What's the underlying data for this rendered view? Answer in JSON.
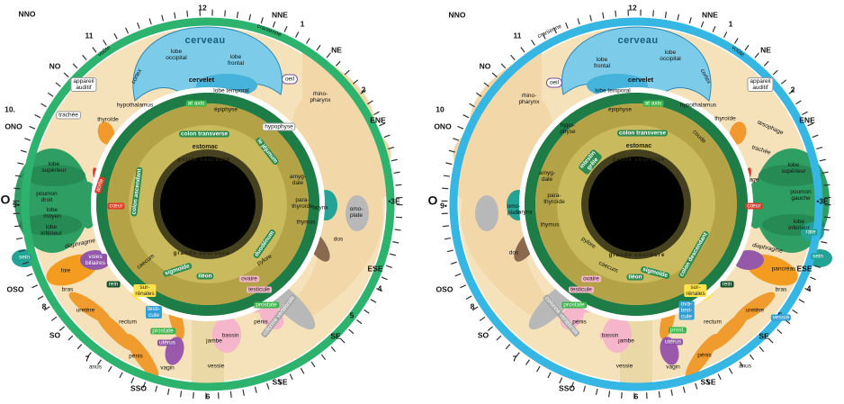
{
  "figure": {
    "type": "iridology-reflex-map",
    "language": "fr"
  },
  "colors": {
    "right_iris_outer_ring": "#2db36e",
    "left_iris_outer_ring": "#35b6e3",
    "brain_zone": "#7ccbe9",
    "cerebellum": "#45b3da",
    "colon_ring": "#1e7c46",
    "stomach_zone": "#b3a246",
    "pupil": "#000000",
    "skin": "#f6e2ba",
    "lung": "#2f9e63",
    "heart": "#dd3a2a",
    "liver": "#f49c20"
  },
  "charts": [
    {
      "id": "right-iris-chart",
      "ring_color": "#2db36e",
      "labels": [
        [
          "NNO",
          30,
          16,
          "c"
        ],
        [
          "12",
          225,
          9,
          "c"
        ],
        [
          "NNE",
          311,
          17,
          "c"
        ],
        [
          "1",
          336,
          27,
          "c"
        ],
        [
          "11",
          99,
          40,
          "c"
        ],
        [
          "NE",
          374,
          56,
          "c"
        ],
        [
          "NO",
          61,
          74,
          "c"
        ],
        [
          "2",
          404,
          100,
          "c"
        ],
        [
          "ENE",
          420,
          134,
          "c"
        ],
        [
          "10.",
          11,
          122,
          "c"
        ],
        [
          "ONO",
          15,
          141,
          "c"
        ],
        [
          "O",
          6,
          222,
          "bigc"
        ],
        [
          "9•",
          18,
          228,
          "c"
        ],
        [
          "•3E",
          438,
          224,
          "c"
        ],
        [
          "OSO",
          17,
          322,
          "c"
        ],
        [
          "ESE",
          417,
          299,
          "c"
        ],
        [
          "8",
          49,
          341,
          "c"
        ],
        [
          "4",
          422,
          321,
          "c"
        ],
        [
          "SO",
          61,
          373,
          "c"
        ],
        [
          "SE",
          373,
          374,
          "c"
        ],
        [
          "7",
          97,
          399,
          "c"
        ],
        [
          "5",
          391,
          351,
          "c"
        ],
        [
          "SSO",
          154,
          432,
          "c"
        ],
        [
          "SSE",
          311,
          425,
          "c"
        ],
        [
          "6",
          231,
          441,
          "c"
        ],
        [
          "cerveau",
          228,
          46,
          "title"
        ],
        [
          "lobe\noccipital",
          196,
          61,
          "h"
        ],
        [
          "lobe\nfrontal",
          262,
          67,
          "h"
        ],
        [
          "cervelet",
          224,
          89,
          "h8"
        ],
        [
          "lobe temporal",
          257,
          101,
          "h"
        ],
        [
          "cortex",
          152,
          85,
          "h",
          -62
        ],
        [
          "voûte",
          116,
          57,
          "h",
          -38
        ],
        [
          "cranienne",
          299,
          34,
          "h",
          22
        ],
        [
          "oeil",
          322,
          88,
          "bubble"
        ],
        [
          "rhino-\npharynx",
          356,
          108,
          "h"
        ],
        [
          "appareil\nauditif",
          93,
          94,
          "hw"
        ],
        [
          "trachée",
          76,
          128,
          "hw"
        ],
        [
          "hypothalamus",
          150,
          117,
          "h"
        ],
        [
          "thyroïde",
          120,
          133,
          "h"
        ],
        [
          "at axis",
          218,
          115,
          "gbox"
        ],
        [
          "épiphyse",
          251,
          122,
          "h"
        ],
        [
          "hypophyse",
          310,
          141,
          "hw"
        ],
        [
          "colon transverse",
          227,
          149,
          "wg"
        ],
        [
          "estomac",
          228,
          164,
          "olive"
        ],
        [
          "petite courbure",
          227,
          178,
          "osm"
        ],
        [
          "le jéjunum",
          297,
          168,
          "wg",
          52
        ],
        [
          "colon ascendant",
          152,
          213,
          "wg",
          -83
        ],
        [
          "grande courbure",
          224,
          282,
          "osm"
        ],
        [
          "iléon",
          228,
          307,
          "wg"
        ],
        [
          "sigmoïde",
          197,
          300,
          "wg",
          -18
        ],
        [
          "caecum",
          162,
          291,
          "h",
          -38
        ],
        [
          "duodénum",
          294,
          271,
          "wg",
          -55
        ],
        [
          "pylore",
          294,
          289,
          "h",
          -30
        ],
        [
          "amyg-\ndale",
          331,
          200,
          "h"
        ],
        [
          "para-\nthyroïde",
          336,
          226,
          "h"
        ],
        [
          "larynx",
          356,
          231,
          "h"
        ],
        [
          "thymus",
          340,
          247,
          "h"
        ],
        [
          "omo-\nplate",
          396,
          236,
          "h"
        ],
        [
          "dos",
          376,
          266,
          "h"
        ],
        [
          "lobe\nsupérieur",
          60,
          186,
          "h"
        ],
        [
          "poumon\ndroit",
          52,
          219,
          "h"
        ],
        [
          "lobe\nmoyen",
          58,
          237,
          "h"
        ],
        [
          "lobe\ninférieur",
          57,
          256,
          "h"
        ],
        [
          "aorte",
          111,
          206,
          "red",
          -72
        ],
        [
          "cœur",
          129,
          229,
          "red"
        ],
        [
          "diaphragme",
          89,
          271,
          "hit",
          -12
        ],
        [
          "voies\nbiliaires",
          106,
          289,
          "purple"
        ],
        [
          "foie",
          73,
          301,
          "h"
        ],
        [
          "sein",
          27,
          286,
          "teal"
        ],
        [
          "rein",
          126,
          316,
          "wdg"
        ],
        [
          "sur-\nrénales",
          161,
          323,
          "yellow"
        ],
        [
          "bras",
          75,
          322,
          "h"
        ],
        [
          "uretère",
          95,
          345,
          "h"
        ],
        [
          "testi-\ncule",
          171,
          347,
          "blue"
        ],
        [
          "prostate",
          181,
          368,
          "gbox"
        ],
        [
          "utérus",
          186,
          381,
          "purple"
        ],
        [
          "rectum",
          142,
          358,
          "h"
        ],
        [
          "pénis",
          151,
          396,
          "h"
        ],
        [
          "anus",
          106,
          408,
          "h"
        ],
        [
          "vagin",
          186,
          409,
          "h"
        ],
        [
          "jambe",
          238,
          379,
          "h"
        ],
        [
          "bassin",
          256,
          373,
          "pink"
        ],
        [
          "vessie",
          240,
          407,
          "h"
        ],
        [
          "ovaire",
          277,
          310,
          "pink"
        ],
        [
          "testicule",
          288,
          322,
          "pink"
        ],
        [
          "prostate",
          296,
          339,
          "gbox"
        ],
        [
          "pénis",
          290,
          358,
          "h"
        ],
        [
          "colonne vertébrale",
          310,
          351,
          "gray",
          -52
        ]
      ]
    },
    {
      "id": "left-iris-chart",
      "ring_color": "#35b6e3",
      "labels": [
        [
          "NNO",
          32,
          17,
          "c"
        ],
        [
          "12",
          227,
          9,
          "c"
        ],
        [
          "NNE",
          313,
          17,
          "c"
        ],
        [
          "1",
          336,
          27,
          "c"
        ],
        [
          "11",
          99,
          40,
          "c"
        ],
        [
          "NE",
          375,
          56,
          "c"
        ],
        [
          "NO",
          63,
          74,
          "c"
        ],
        [
          "2",
          405,
          100,
          "c"
        ],
        [
          "ENE",
          421,
          134,
          "c"
        ],
        [
          "10",
          13,
          122,
          "c"
        ],
        [
          "ONO",
          16,
          141,
          "c"
        ],
        [
          "O",
          5,
          223,
          "bigc"
        ],
        [
          "9•",
          17,
          229,
          "c"
        ],
        [
          "•3E",
          438,
          224,
          "c"
        ],
        [
          "OSO",
          18,
          322,
          "c"
        ],
        [
          "ESE",
          418,
          299,
          "c"
        ],
        [
          "8",
          49,
          341,
          "c"
        ],
        [
          "4",
          423,
          321,
          "c"
        ],
        [
          "SO",
          61,
          373,
          "c"
        ],
        [
          "SE",
          373,
          374,
          "c"
        ],
        [
          "7",
          96,
          399,
          "c"
        ],
        [
          "5",
          391,
          351,
          "c"
        ],
        [
          "SSO",
          154,
          432,
          "c"
        ],
        [
          "SSE",
          311,
          425,
          "c"
        ],
        [
          "6",
          231,
          441,
          "c"
        ],
        [
          "cerveau",
          233,
          46,
          "title"
        ],
        [
          "lobe\nfrontal",
          193,
          70,
          "h"
        ],
        [
          "lobe\noccipital",
          269,
          62,
          "h"
        ],
        [
          "cervelet",
          236,
          89,
          "h8"
        ],
        [
          "lobe temporal",
          205,
          101,
          "h"
        ],
        [
          "cortex",
          308,
          85,
          "h",
          62
        ],
        [
          "voûte",
          344,
          57,
          "h",
          38
        ],
        [
          "cranienne",
          135,
          35,
          "h",
          -25
        ],
        [
          "oeil",
          140,
          92,
          "bubble"
        ],
        [
          "rhino-\npharynx",
          112,
          110,
          "h"
        ],
        [
          "appareil\nauditif",
          369,
          94,
          "hw"
        ],
        [
          "œsophage",
          380,
          142,
          "h",
          24
        ],
        [
          "trachée",
          370,
          167,
          "h",
          18
        ],
        [
          "hypothalamus",
          300,
          117,
          "h"
        ],
        [
          "thyroïde",
          330,
          132,
          "h"
        ],
        [
          "at axis",
          250,
          115,
          "gbox"
        ],
        [
          "épiphyse",
          213,
          122,
          "h"
        ],
        [
          "hypo-\nphyse",
          155,
          143,
          "h"
        ],
        [
          "colon transverse",
          238,
          148,
          "wg"
        ],
        [
          "estomac",
          234,
          163,
          "olive"
        ],
        [
          "petite courbure",
          234,
          178,
          "osm"
        ],
        [
          "intestin\ngrêle",
          180,
          180,
          "wg",
          -50
        ],
        [
          "coude",
          301,
          152,
          "h",
          45
        ],
        [
          "colon descendant",
          295,
          283,
          "wg",
          -60
        ],
        [
          "grande courbure",
          232,
          284,
          "osm"
        ],
        [
          "iléon",
          230,
          308,
          "wg"
        ],
        [
          "sigmoïde",
          252,
          303,
          "wg",
          15
        ],
        [
          "caecum",
          200,
          297,
          "h",
          25
        ],
        [
          "pylore",
          178,
          270,
          "h",
          35
        ],
        [
          "age",
          362,
          200,
          "hit"
        ],
        [
          "amyg-\ndale",
          132,
          196,
          "h"
        ],
        [
          "para-\nthyroïde",
          140,
          221,
          "h"
        ],
        [
          "larynx",
          107,
          236,
          "h"
        ],
        [
          "thymus",
          135,
          250,
          "h"
        ],
        [
          "omo-\nplate",
          95,
          233,
          "h"
        ],
        [
          "dos",
          95,
          281,
          "h"
        ],
        [
          "lobe\nsupérieur",
          406,
          187,
          "h"
        ],
        [
          "poumon\ngauche",
          414,
          217,
          "h"
        ],
        [
          "lobe\ninférieur",
          412,
          250,
          "h"
        ],
        [
          "cœur",
          362,
          229,
          "red"
        ],
        [
          "diaphragme",
          377,
          276,
          "hit",
          12
        ],
        [
          "rate",
          425,
          258,
          "teal"
        ],
        [
          "sein",
          433,
          285,
          "teal"
        ],
        [
          "pancréas",
          395,
          299,
          "h"
        ],
        [
          "rein",
          332,
          316,
          "wdg"
        ],
        [
          "sur-\nrénales",
          297,
          323,
          "yellow"
        ],
        [
          "bras",
          392,
          322,
          "h"
        ],
        [
          "uretère",
          363,
          345,
          "h"
        ],
        [
          "ova-\ntest-\ncule",
          287,
          345,
          "blue"
        ],
        [
          "prost.",
          277,
          367,
          "gbox"
        ],
        [
          "utérus",
          272,
          380,
          "purple"
        ],
        [
          "rectum",
          316,
          358,
          "h"
        ],
        [
          "pénis",
          307,
          395,
          "h"
        ],
        [
          "anus",
          352,
          407,
          "h"
        ],
        [
          "vagin",
          272,
          408,
          "h"
        ],
        [
          "jambe",
          220,
          379,
          "h"
        ],
        [
          "bassin",
          202,
          373,
          "pink"
        ],
        [
          "vessie",
          218,
          407,
          "h"
        ],
        [
          "vessie",
          392,
          353,
          "blue"
        ],
        [
          "ovaire",
          181,
          310,
          "pink"
        ],
        [
          "testicule",
          170,
          322,
          "pink"
        ],
        [
          "prostate",
          162,
          339,
          "gbox"
        ],
        [
          "pénis",
          168,
          358,
          "h"
        ],
        [
          "colonne vertébrale",
          148,
          351,
          "gray",
          50
        ]
      ]
    }
  ]
}
